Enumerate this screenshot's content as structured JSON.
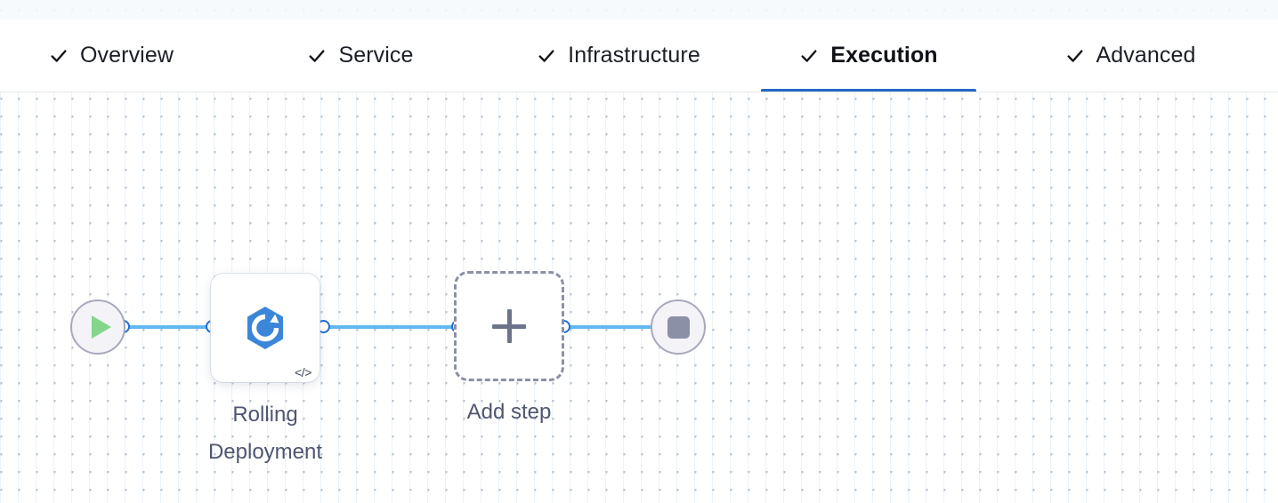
{
  "tabs": [
    {
      "id": "overview",
      "label": "Overview",
      "icon": "check-icon",
      "completed": true,
      "active": false
    },
    {
      "id": "service",
      "label": "Service",
      "icon": "check-icon",
      "completed": true,
      "active": false
    },
    {
      "id": "infrastructure",
      "label": "Infrastructure",
      "icon": "check-icon",
      "completed": true,
      "active": false
    },
    {
      "id": "execution",
      "label": "Execution",
      "icon": "check-icon",
      "completed": true,
      "active": true
    },
    {
      "id": "advanced",
      "label": "Advanced",
      "icon": "check-icon",
      "completed": true,
      "active": false
    }
  ],
  "pipeline": {
    "start_node": {
      "icon": "play-icon"
    },
    "end_node": {
      "icon": "stop-icon"
    },
    "steps": [
      {
        "id": "rolling-deployment",
        "label": "Rolling Deployment",
        "icon": "rolling-deployment-icon",
        "badge_icon": "code-icon"
      }
    ],
    "add_step": {
      "label": "Add step",
      "icon": "plus-icon"
    }
  },
  "colors": {
    "active_tab_underline": "#2467c9",
    "edge": "#62b8f0",
    "port_border": "#1e6fd9",
    "step_icon": "#3b86d8",
    "play": "#84d68a",
    "stop": "#8b90a6",
    "caption_text": "#4f5670",
    "dashed_border": "#8b90a6"
  }
}
